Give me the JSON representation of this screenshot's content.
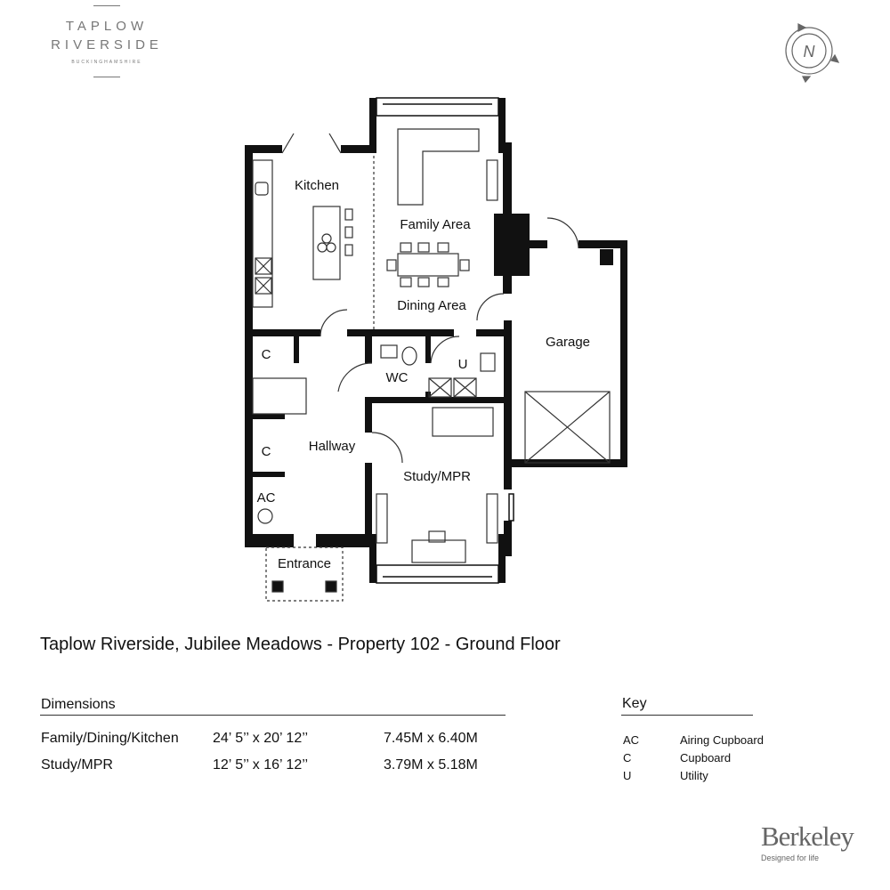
{
  "logo": {
    "line1": "TAPLOW",
    "line2": "RIVERSIDE",
    "line3": "BUCKINGHAMSHIRE"
  },
  "compass": {
    "label": "N"
  },
  "rooms": {
    "kitchen": "Kitchen",
    "family": "Family Area",
    "dining": "Dining Area",
    "garage": "Garage",
    "c1": "C",
    "c2": "C",
    "ac": "AC",
    "wc": "WC",
    "u": "U",
    "hallway": "Hallway",
    "study": "Study/MPR",
    "entrance": "Entrance"
  },
  "title": "Taplow Riverside, Jubilee Meadows - Property 102 - Ground Floor",
  "dimensions": {
    "heading": "Dimensions",
    "rows": [
      {
        "room": "Family/Dining/Kitchen",
        "imperial": "24’ 5’’ x 20’ 12’’",
        "metric": "7.45M x 6.40M"
      },
      {
        "room": "Study/MPR",
        "imperial": "12’ 5’’ x 16’ 12’’",
        "metric": "3.79M x 5.18M"
      }
    ]
  },
  "key": {
    "heading": "Key",
    "items": [
      {
        "code": "AC",
        "meaning": "Airing Cupboard"
      },
      {
        "code": "C",
        "meaning": "Cupboard"
      },
      {
        "code": "U",
        "meaning": "Utility"
      }
    ]
  },
  "brand": {
    "name": "Berkeley",
    "tagline": "Designed for life"
  }
}
